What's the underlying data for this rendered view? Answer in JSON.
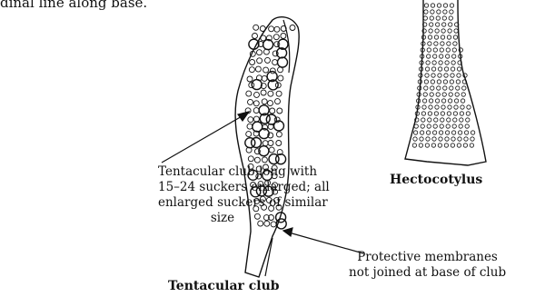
{
  "header": {
    "partial_text": "dinal line along base."
  },
  "callouts": {
    "tentacular_club": [
      "Tentacular club long with",
      "15–24  suckers enlarged; all",
      "enlarged suckers of similar",
      "size"
    ],
    "membranes": [
      "Protective membranes",
      "not joined at base of club"
    ]
  },
  "captions": {
    "tentacular_club": "Tentacular club",
    "hectocotylus": "Hectocotylus"
  }
}
